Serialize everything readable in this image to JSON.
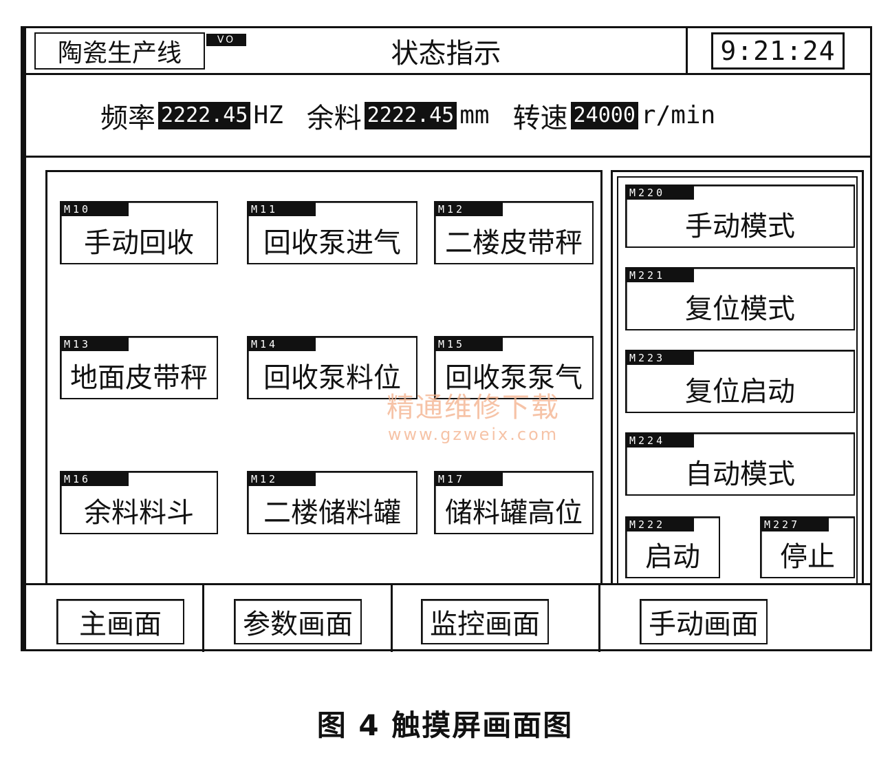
{
  "header": {
    "line_name": "陶瓷生产线",
    "vo_tag": "VO",
    "title": "状态指示",
    "clock": "9:21:24"
  },
  "readouts": [
    {
      "label": "频率",
      "value": "2222.45",
      "unit": "HZ"
    },
    {
      "label": "余料",
      "value": "2222.45",
      "unit": "mm"
    },
    {
      "label": "转速",
      "value": "24000",
      "unit": "r/min"
    }
  ],
  "grid_buttons": [
    {
      "tag": "M10",
      "label": "手动回收"
    },
    {
      "tag": "M11",
      "label": "回收泵进气"
    },
    {
      "tag": "M12",
      "label": "二楼皮带秤"
    },
    {
      "tag": "M13",
      "label": "地面皮带秤"
    },
    {
      "tag": "M14",
      "label": "回收泵料位"
    },
    {
      "tag": "M15",
      "label": "回收泵泵气"
    },
    {
      "tag": "M16",
      "label": "余料料斗"
    },
    {
      "tag": "M12",
      "label": "二楼储料罐"
    },
    {
      "tag": "M17",
      "label": "储料罐高位"
    }
  ],
  "mode_buttons": [
    {
      "tag": "M220",
      "label": "手动模式"
    },
    {
      "tag": "M221",
      "label": "复位模式"
    },
    {
      "tag": "M223",
      "label": "复位启动"
    },
    {
      "tag": "M224",
      "label": "自动模式"
    }
  ],
  "control_buttons": [
    {
      "tag": "M222",
      "label": "启动"
    },
    {
      "tag": "M227",
      "label": "停止"
    }
  ],
  "nav": [
    {
      "label": "主画面"
    },
    {
      "label": "参数画面"
    },
    {
      "label": "监控画面"
    },
    {
      "label": "手动画面"
    }
  ],
  "watermark": {
    "line1": "精通维修下载",
    "line2": "www.gzweix.com"
  },
  "caption": "图 4   触摸屏画面图"
}
